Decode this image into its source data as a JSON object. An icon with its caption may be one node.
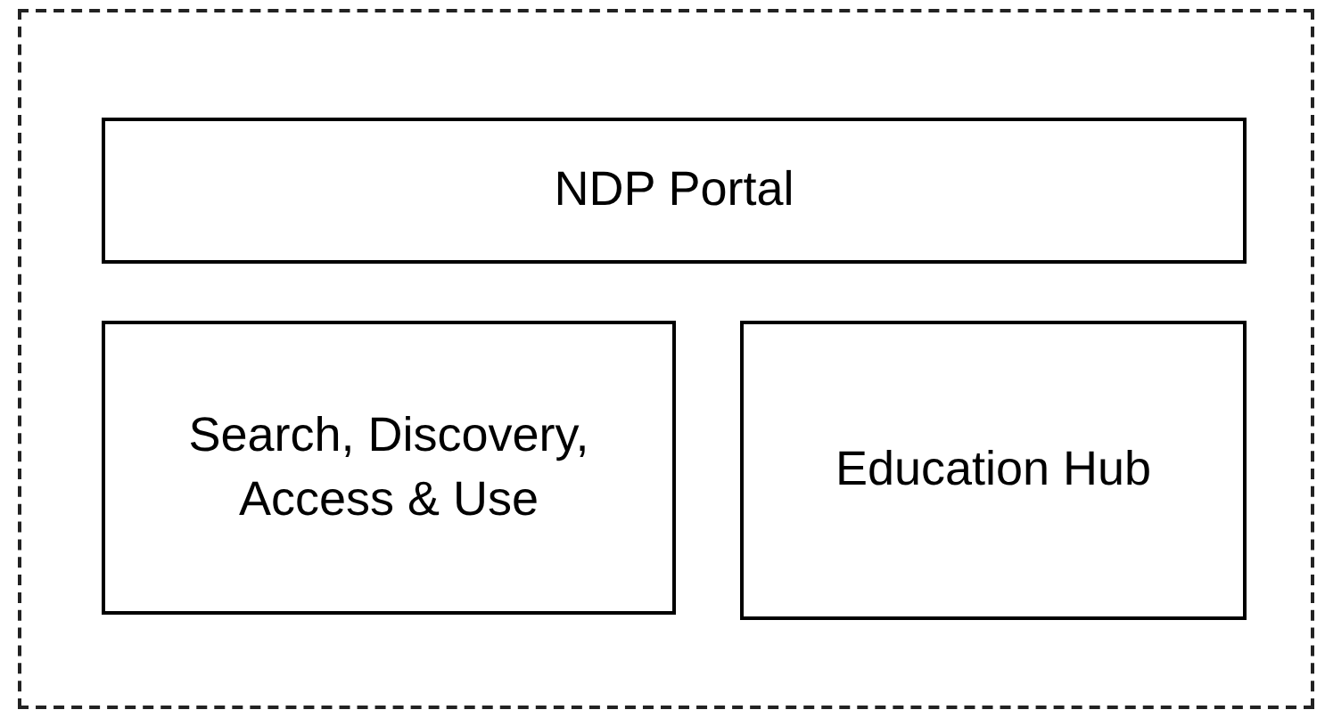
{
  "diagram": {
    "nodes": [
      {
        "text": [],
        "shape": "box"
      },
      {
        "text": [
          "NDP Portal"
        ],
        "in": 0
      },
      {
        "text": [
          "Search, Discovery, Access & Use"
        ],
        "in": 0
      },
      {
        "text": [
          "Education Hub"
        ],
        "in": 0
      }
    ]
  }
}
